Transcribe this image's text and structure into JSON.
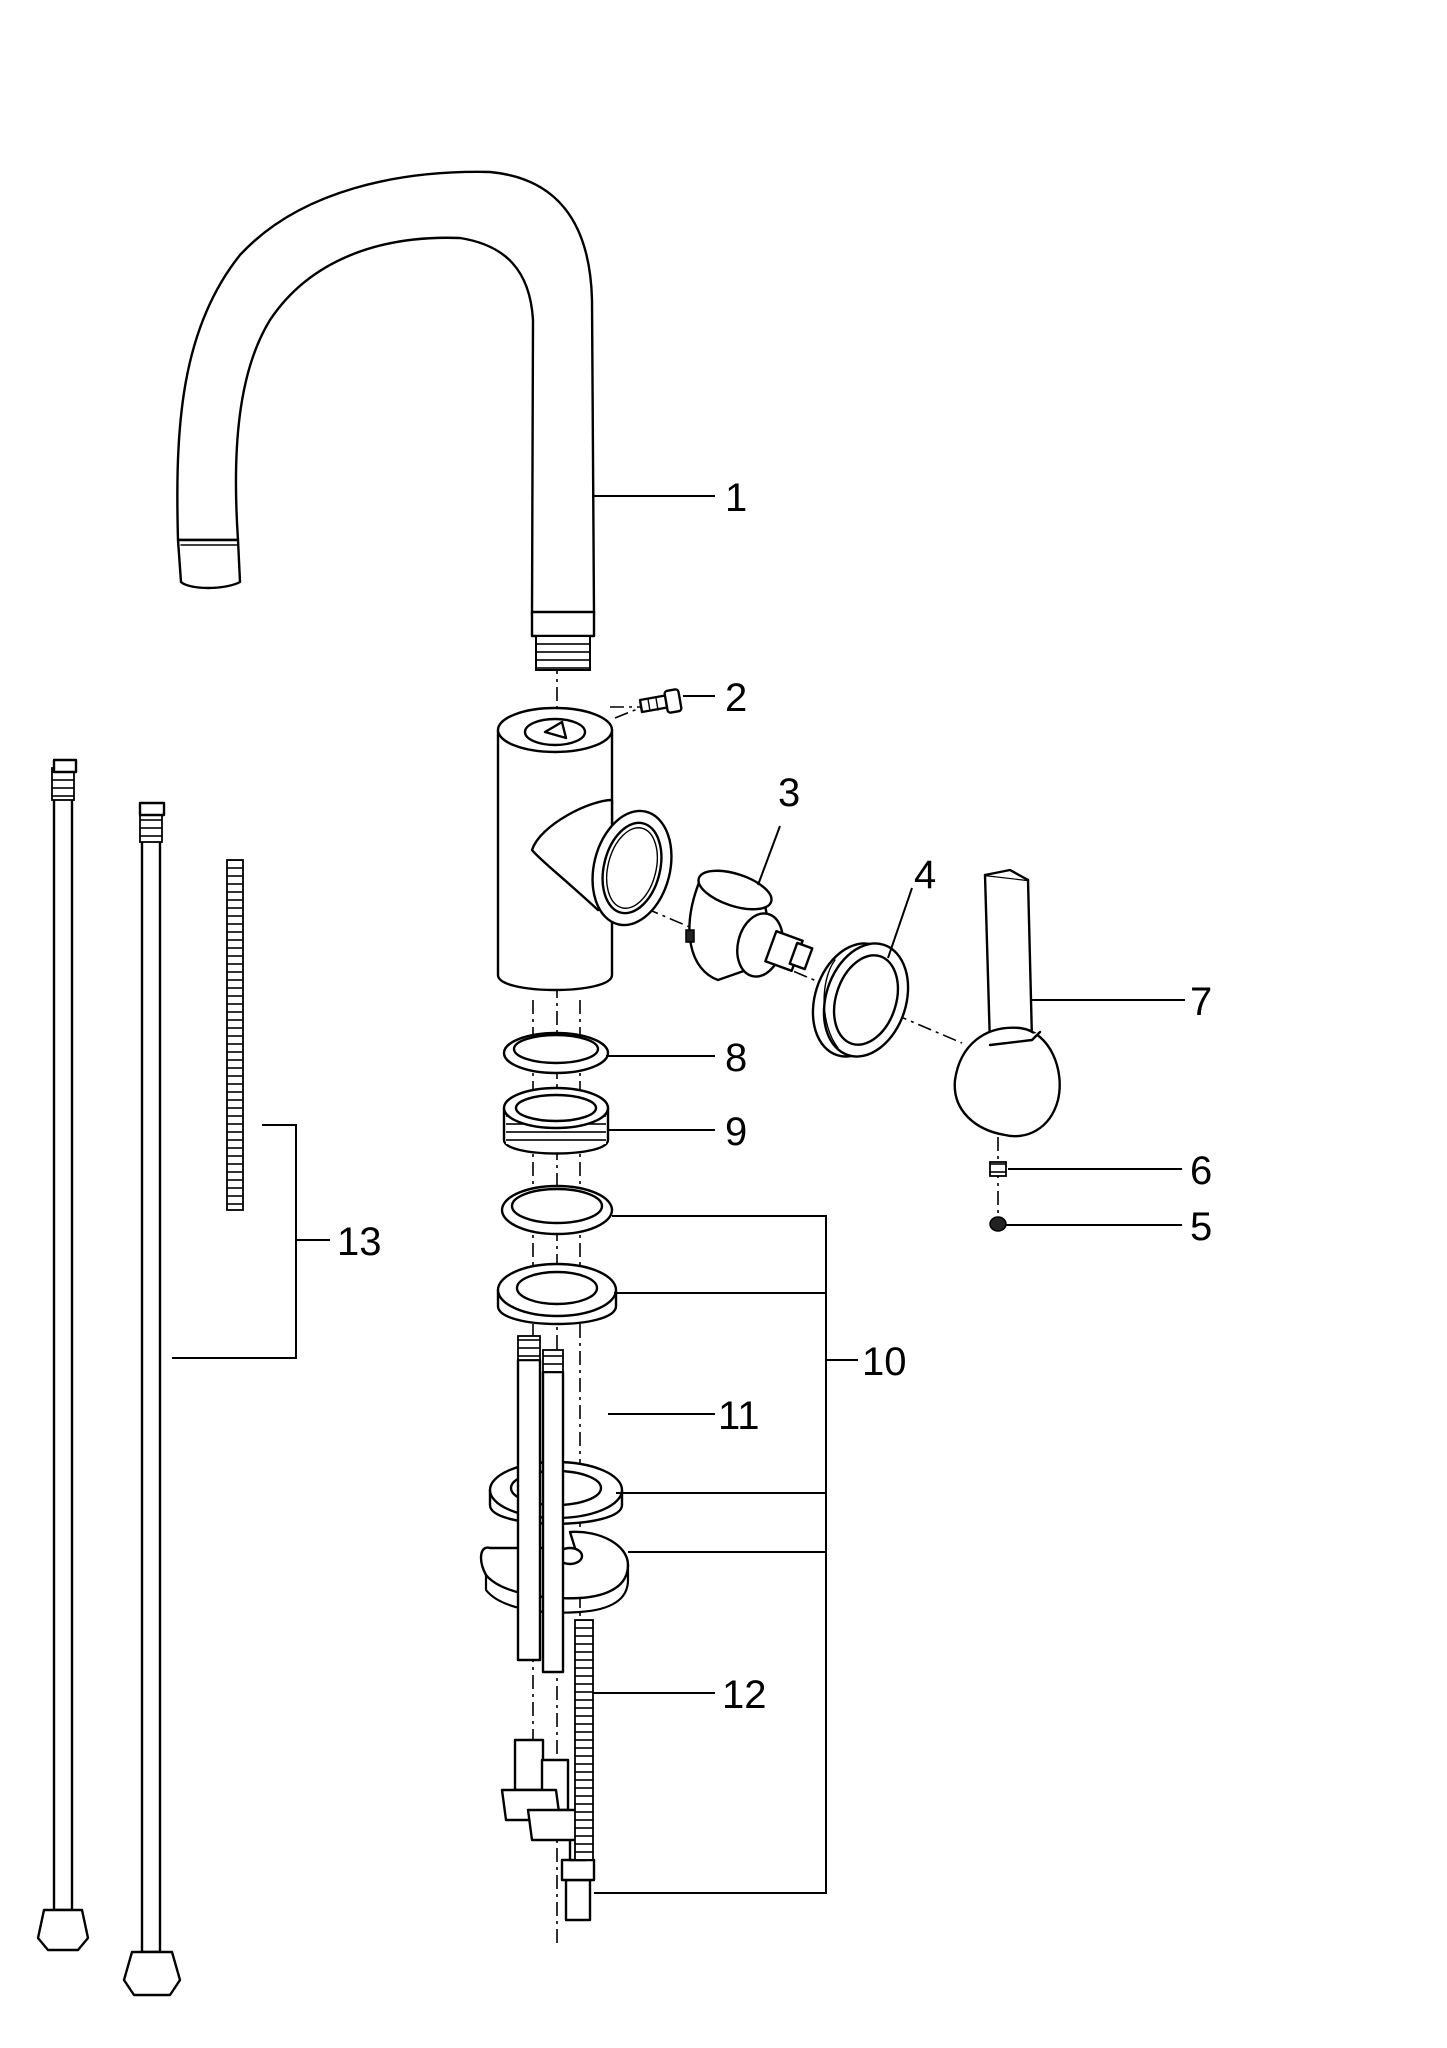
{
  "callouts": {
    "c1": "1",
    "c2": "2",
    "c3": "3",
    "c4": "4",
    "c5": "5",
    "c6": "6",
    "c7": "7",
    "c8": "8",
    "c9": "9",
    "c10": "10",
    "c11": "11",
    "c12": "12",
    "c13": "13"
  },
  "colors": {
    "line": "#000000",
    "background": "#ffffff"
  }
}
